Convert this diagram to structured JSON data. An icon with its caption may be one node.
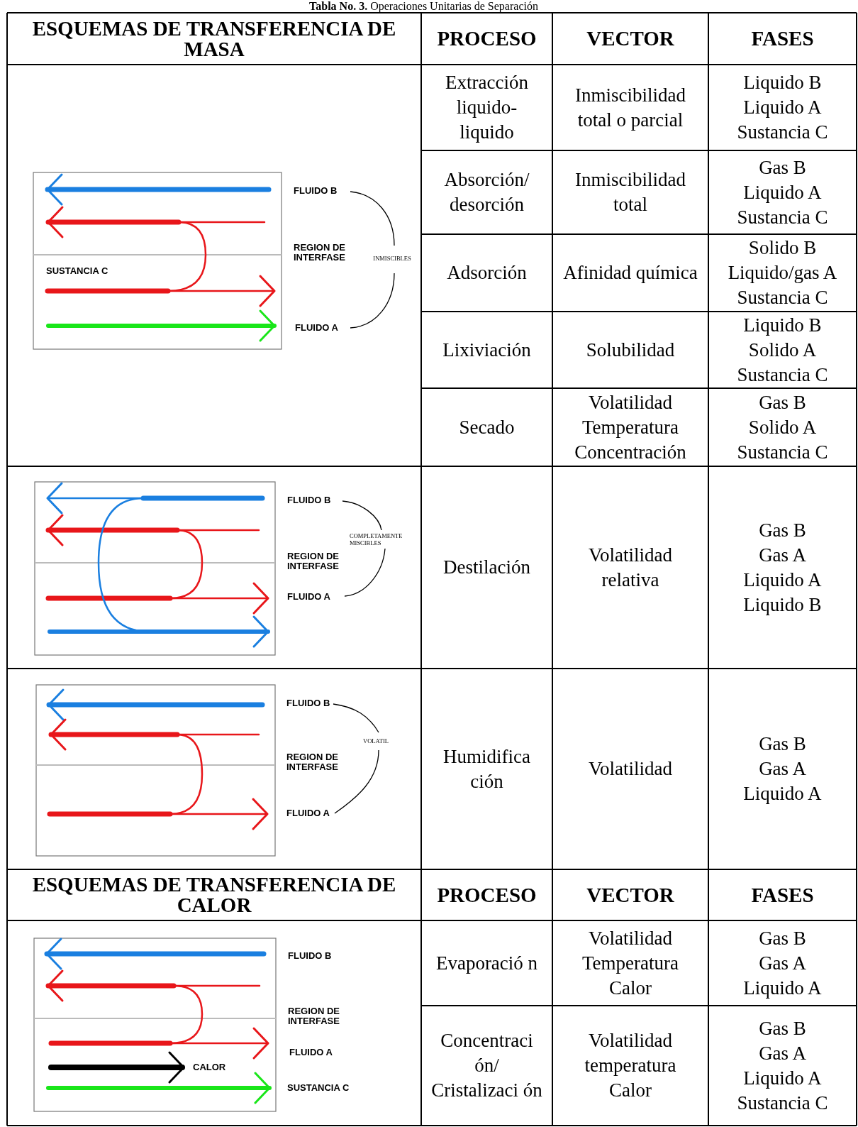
{
  "diagram": {
    "title": "**Tabla No. 3.** Operaciones Unitarias de Separación",
    "labels": [
      "ESQUEMAS DE TRANSFERENCIA DE MASA",
      "PROCESO",
      "VECTOR",
      "FASES",
      "FLUIDO B",
      "REGION DE INTERFASE",
      "INMISCIBLES",
      "SUSTANCIA C",
      "FLUIDO A",
      "Extracción liquido-liquido",
      "Inmiscibilidad total o parcial",
      "Liquido B",
      "Liquido A",
      "Sustancia C",
      "Absorción/ desorción",
      "Inmiscibilidad total",
      "Gas B",
      "Liquido A",
      "Sustancia C",
      "Adsorción",
      "Afinidad química",
      "Solido B",
      "Liquido/gas A",
      "Sustancia C",
      "Lixiviación",
      "Solubilidad",
      "Liquido B",
      "Solido A",
      "Sustancia C",
      "Secado",
      "Volatilidad",
      "Temperatura",
      "Concentración",
      "Gas B",
      "Solido A",
      "Sustancia C",
      "FLUIDO B",
      "COMPLETAMENTE MISCIBLES",
      "REGION DE INTERFASE",
      "FLUIDO A",
      "Destilación",
      "Volatilidad relativa",
      "Gas B",
      "Gas A",
      "Liquido A",
      "Liquido B",
      "FLUIDO B",
      "VOLATIL",
      "REGION DE INTERFASE",
      "FLUIDO A",
      "Humidifica ción",
      "Volatilidad",
      "Gas B",
      "Gas A",
      "Liquido A",
      "ESQUEMAS DE TRANSFERENCIA DE CALOR",
      "PROCESO",
      "VECTOR",
      "FASES",
      "FLUIDO B",
      "REGION DE INTERFASE",
      "FLUIDO A",
      "CALOR",
      "SUSTANCIA C",
      "Evaporació n",
      "Volatilidad",
      "Temperatura",
      "Calor",
      "Gas B",
      "Gas A",
      "Liquido A",
      "Concentraci ón/ Cristalizaci ón",
      "Volatilidad",
      "temperatura",
      "Calor",
      "Gas B",
      "Gas A",
      "Liquido A",
      "Sustancia C"
    ]
  }
}
